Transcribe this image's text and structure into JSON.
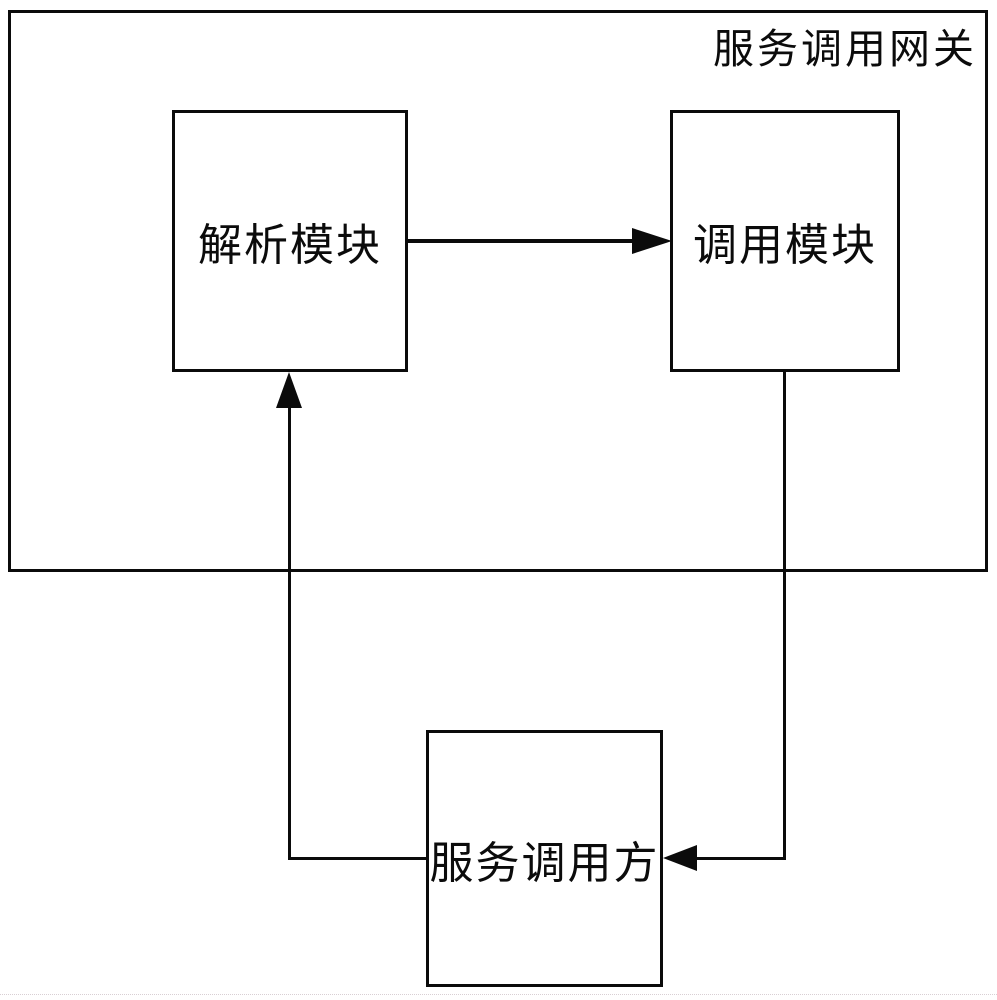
{
  "diagram": {
    "type": "block-diagram",
    "background_color": "#ffffff",
    "line_color": "#0b0b0b",
    "container": {
      "id": "gateway",
      "label": "服务调用网关"
    },
    "nodes": [
      {
        "id": "parse-module",
        "label": "解析模块",
        "inside": "gateway"
      },
      {
        "id": "invoke-module",
        "label": "调用模块",
        "inside": "gateway"
      },
      {
        "id": "service-caller",
        "label": "服务调用方",
        "inside": null
      }
    ],
    "edges": [
      {
        "from": "解析模块",
        "to": "调用模块",
        "direction": "right"
      },
      {
        "from": "服务调用方",
        "to": "解析模块",
        "direction": "left-then-up"
      },
      {
        "from": "调用模块",
        "to": "服务调用方",
        "direction": "down-then-left"
      }
    ]
  }
}
